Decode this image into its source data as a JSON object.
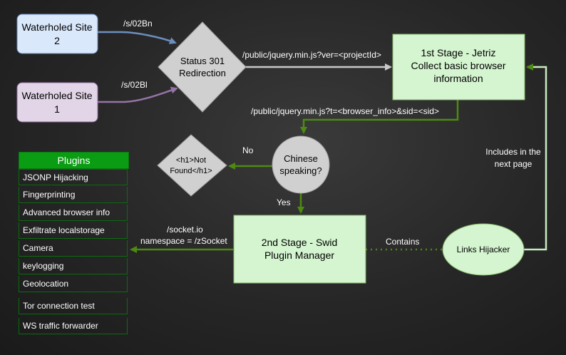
{
  "nodes": {
    "site2": "Waterholed Site 2",
    "site2_line1": "Waterholed Site",
    "site2_line2": "2",
    "site1_line1": "Waterholed Site",
    "site1_line2": "1",
    "redirect_line1": "Status 301",
    "redirect_line2": "Redirection",
    "stage1_line1": "1st Stage - Jetriz",
    "stage1_line2": "Collect basic browser",
    "stage1_line3": "information",
    "chinese_line1": "Chinese",
    "chinese_line2": "speaking?",
    "notfound_line1": "<h1>Not",
    "notfound_line2": "Found</h1>",
    "stage2_line1": "2nd Stage - Swid",
    "stage2_line2": "Plugin Manager",
    "hijacker": "Links Hijacker"
  },
  "edges": {
    "site2_to_redirect": "/s/02Bn",
    "site1_to_redirect": "/s/02Bl",
    "redirect_to_stage1": "/public/jquery.min.js?ver=<projectId>",
    "stage1_to_chinese": "/public/jquery.min.js?t=<browser_info>&sid=<sid>",
    "no": "No",
    "yes": "Yes",
    "socket_line1": "/socket.io",
    "socket_line2": "namespace = /zSocket",
    "contains": "Contains",
    "includes_line1": "Includes in the",
    "includes_line2": "next page"
  },
  "plugins": {
    "title": "Plugins",
    "items": [
      "JSONP Hijacking",
      "Fingerprinting",
      "Advanced browser info",
      "Exfiltrate localstorage",
      "Camera",
      "keylogging",
      "Geolocation",
      "Tor connection test",
      "WS traffic forwarder"
    ]
  },
  "colors": {
    "site2_fill": "#dae8fc",
    "site1_fill": "#e1d5e7",
    "green_fill": "#d5f5d0",
    "gray_fill": "#d0d0d0",
    "green_line": "#4d8a12",
    "blue_line": "#6c8ebf",
    "purple_line": "#9673a6",
    "plugins_header": "#0a9c12"
  }
}
